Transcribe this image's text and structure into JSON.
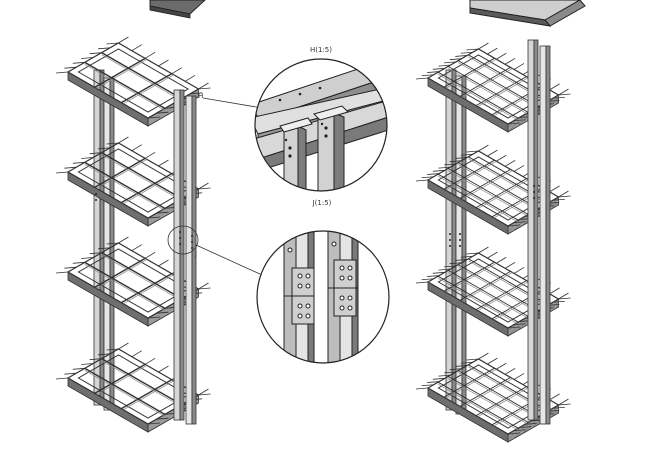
{
  "labels": {
    "callout_h": "H",
    "callout_j": "J",
    "detail_h": "H(1:5)",
    "detail_j": "J(1:5)"
  },
  "colors": {
    "steel_light": "#d9d9d9",
    "steel_mid": "#a6a6a6",
    "steel_dark": "#4a4a4a",
    "line": "#333333"
  },
  "icons": {
    "bolt": "bolt-hole-circle"
  }
}
